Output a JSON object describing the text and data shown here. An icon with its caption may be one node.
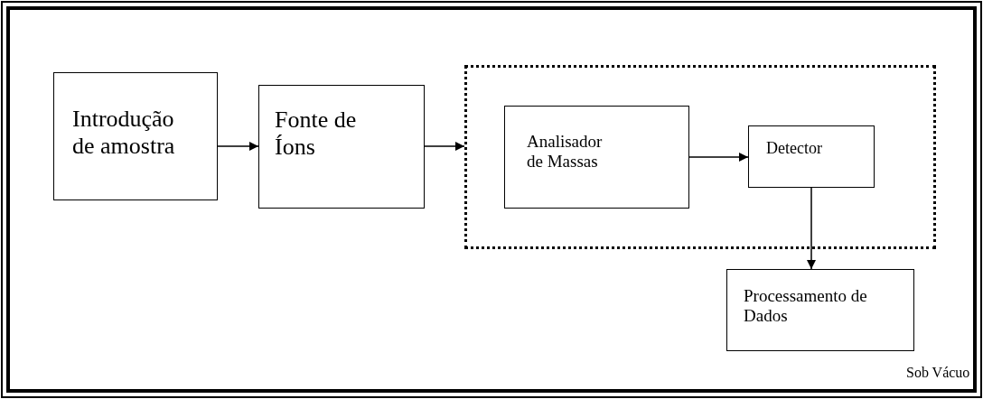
{
  "diagram": {
    "nodes": [
      {
        "text": [
          "Introdução de amostra"
        ]
      },
      {
        "text": [
          "Fonte de Íons"
        ]
      },
      {
        "text": [],
        "shape": "box"
      },
      {
        "text": [
          "Analisador de Massas"
        ],
        "in": 2
      },
      {
        "text": [
          "Detector"
        ],
        "in": 2
      },
      {
        "text": [
          "Processamento de Dados"
        ]
      }
    ],
    "edges": [
      {
        "from": 0,
        "to": 1,
        "arrow": "to"
      },
      {
        "from": 1,
        "to": 2,
        "arrow": "to"
      },
      {
        "from": 3,
        "to": 4,
        "arrow": "to"
      },
      {
        "from": 4,
        "to": 5,
        "arrow": "to"
      }
    ],
    "labels": [
      "Sob Vácuo"
    ]
  }
}
